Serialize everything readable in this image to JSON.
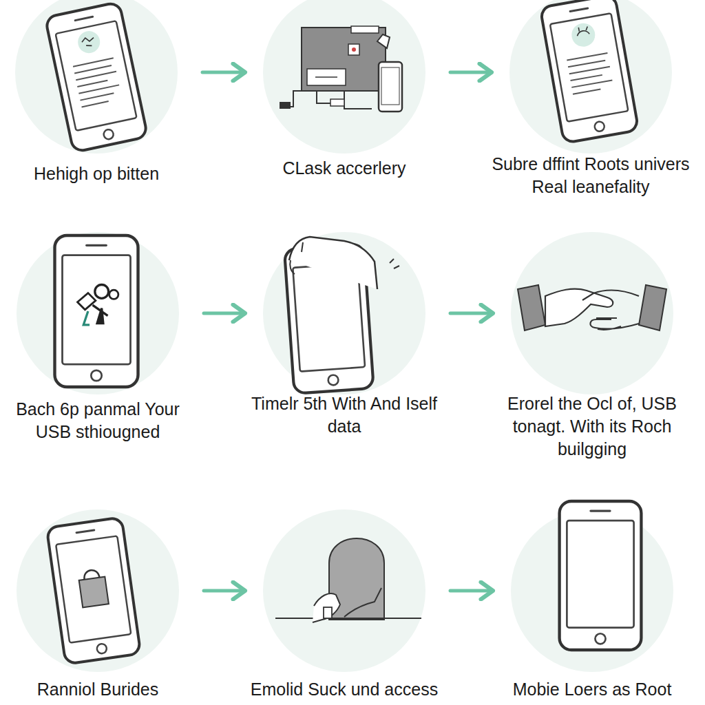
{
  "diagram": {
    "nodes": [
      {
        "text": [
          "Hehigh op bitten"
        ]
      },
      {
        "text": [
          "CLask accerlery"
        ]
      },
      {
        "text": [
          "Subre dffint Roots univers Real leanefality"
        ]
      },
      {
        "text": [
          "Bach 6p panmal Your USB sthiougned"
        ]
      },
      {
        "text": [
          "Timelr 5th With And Iself data"
        ]
      },
      {
        "text": [
          "Erorel the Ocl of, USB tonagt. With its Roch builgging"
        ]
      },
      {
        "text": [
          "Ranniol Burides"
        ]
      },
      {
        "text": [
          "Emolid Suck und access"
        ]
      },
      {
        "text": [
          "Mobie Loers as Root"
        ]
      }
    ],
    "edges": [
      {
        "from": 0,
        "to": 1,
        "arrow": "to"
      },
      {
        "from": 1,
        "to": 2,
        "arrow": "to"
      },
      {
        "from": 3,
        "to": 4,
        "arrow": "to"
      },
      {
        "from": 4,
        "to": 5,
        "arrow": "to"
      },
      {
        "from": 6,
        "to": 7,
        "arrow": "to"
      },
      {
        "from": 7,
        "to": 8,
        "arrow": "to"
      }
    ]
  }
}
